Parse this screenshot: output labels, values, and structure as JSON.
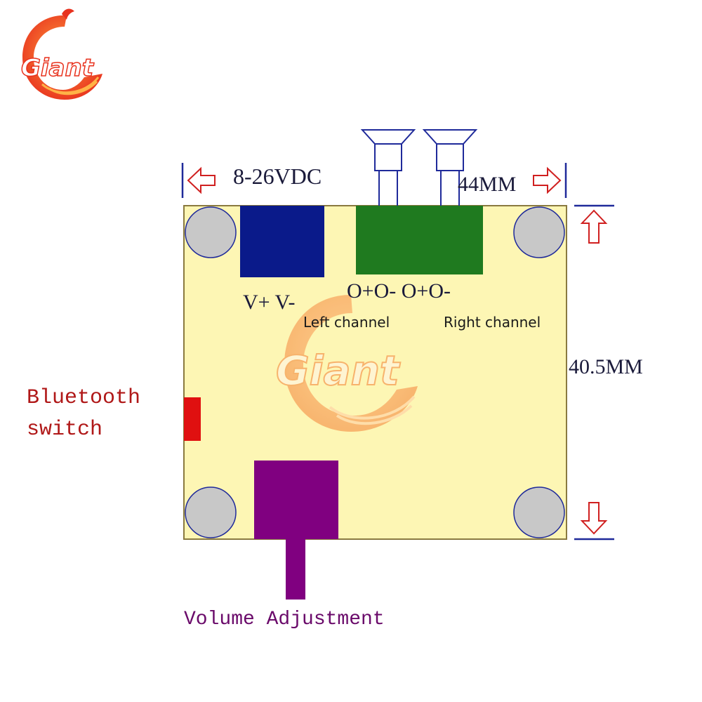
{
  "logo": {
    "text": "Giant"
  },
  "watermark": {
    "text": "Giant"
  },
  "dimensions": {
    "width": "44MM",
    "height": "40.5MM"
  },
  "power": {
    "voltage": "8-26VDC",
    "terminal_label": "V+ V-"
  },
  "outputs": {
    "terminal_label": "O+O- O+O-",
    "left_label": "Left channel",
    "right_label": "Right channel"
  },
  "bluetooth": {
    "line1": "Bluetooth",
    "line2": "switch"
  },
  "volume": {
    "label": "Volume Adjustment"
  },
  "colors": {
    "board": "#fdf6b4",
    "power_terminal": "#0a1a8a",
    "speaker_terminal": "#1f7a1f",
    "volume_knob": "#800080",
    "bluetooth_switch": "#e01010",
    "dimension_lines": "#1f2a9a",
    "arrow_red": "#d02020",
    "mount_hole": "#c8c8c8"
  }
}
